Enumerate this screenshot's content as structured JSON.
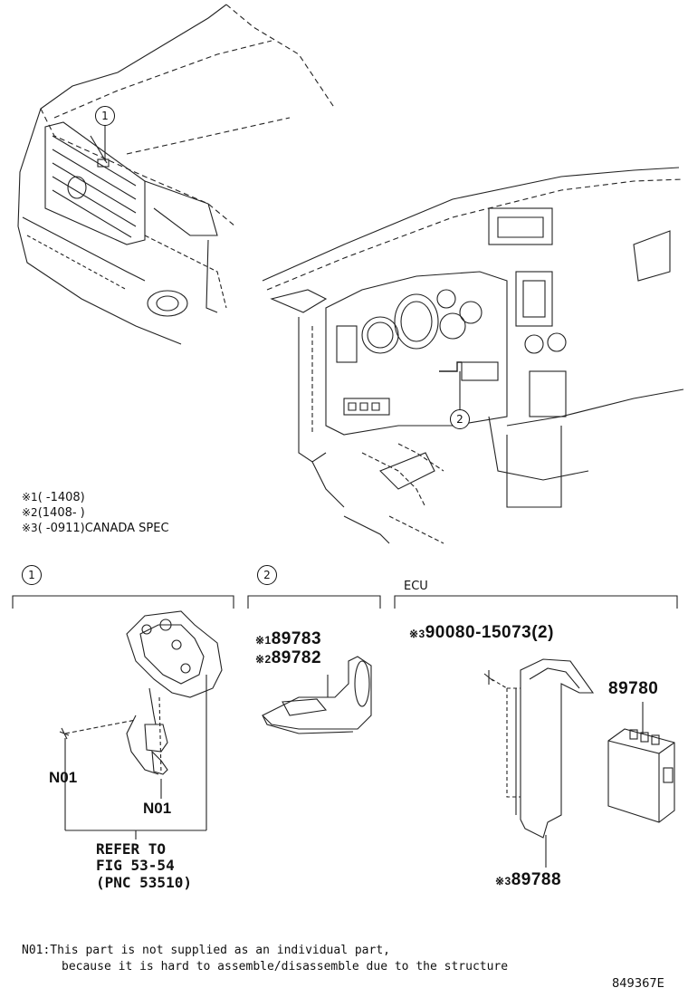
{
  "remarks": [
    {
      "mark": "※1",
      "text": "(   -1408)"
    },
    {
      "mark": "※2",
      "text": "(1408-   )"
    },
    {
      "mark": "※3",
      "text": "(      -0911)CANADA SPEC"
    }
  ],
  "callouts": {
    "one": "1",
    "two": "2"
  },
  "sections": {
    "s1": {
      "callout": "1"
    },
    "s2": {
      "callout": "2"
    },
    "s3": {
      "label": "ECU"
    }
  },
  "parts": {
    "p89783": {
      "mark": "※1",
      "number": "89783"
    },
    "p89782": {
      "mark": "※2",
      "number": "89782"
    },
    "p90080": {
      "mark": "※3",
      "number": "90080-15073(2)"
    },
    "p89780": {
      "number": "89780"
    },
    "p89788": {
      "mark": "※3",
      "number": "89788"
    },
    "n01_a": "N01",
    "n01_b": "N01"
  },
  "refer": {
    "line1": "REFER TO",
    "line2": "FIG 53-54",
    "line3": "(PNC 53510)"
  },
  "footnote": {
    "line1": "N01:This part is not supplied as an individual part,",
    "line2": "because it is hard to assemble/disassemble due to the structure"
  },
  "figure_id": "849367E"
}
